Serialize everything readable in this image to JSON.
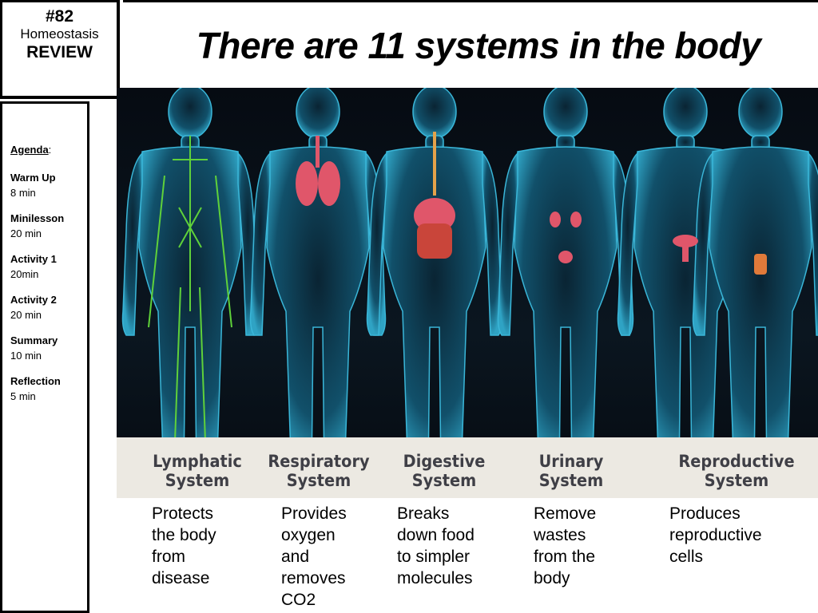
{
  "lesson": {
    "number": "#82",
    "topic": "Homeostasis",
    "label": "REVIEW"
  },
  "title": "There are 11 systems in the body",
  "agenda": {
    "heading": "Agenda",
    "items": [
      {
        "name": "Warm Up",
        "time": "8 min"
      },
      {
        "name": "Minilesson",
        "time": "20 min"
      },
      {
        "name": "Activity 1",
        "time": "20min"
      },
      {
        "name": "Activity 2",
        "time": "20 min"
      },
      {
        "name": "Summary",
        "time": "10 min"
      },
      {
        "name": "Reflection",
        "time": "5 min"
      }
    ]
  },
  "systems": [
    {
      "line1": "Lymphatic",
      "line2": "System",
      "desc": [
        "Protects",
        "the body",
        "from",
        "disease"
      ]
    },
    {
      "line1": "Respiratory",
      "line2": "System",
      "desc": [
        "Provides",
        "oxygen",
        "and",
        "removes",
        "CO2"
      ]
    },
    {
      "line1": "Digestive",
      "line2": "System",
      "desc": [
        "Breaks",
        "down food",
        "to simpler",
        "molecules"
      ]
    },
    {
      "line1": "Urinary",
      "line2": "System",
      "desc": [
        "Remove",
        "wastes",
        "from the",
        "body"
      ]
    },
    {
      "line1": "Reproductive",
      "line2": "System",
      "desc": [
        "Produces",
        "reproductive",
        "cells"
      ]
    }
  ],
  "colors": {
    "body": "#2fa3c4",
    "lymph": "#5fd13a",
    "organ": "#e0566a",
    "background": "#07101a"
  }
}
